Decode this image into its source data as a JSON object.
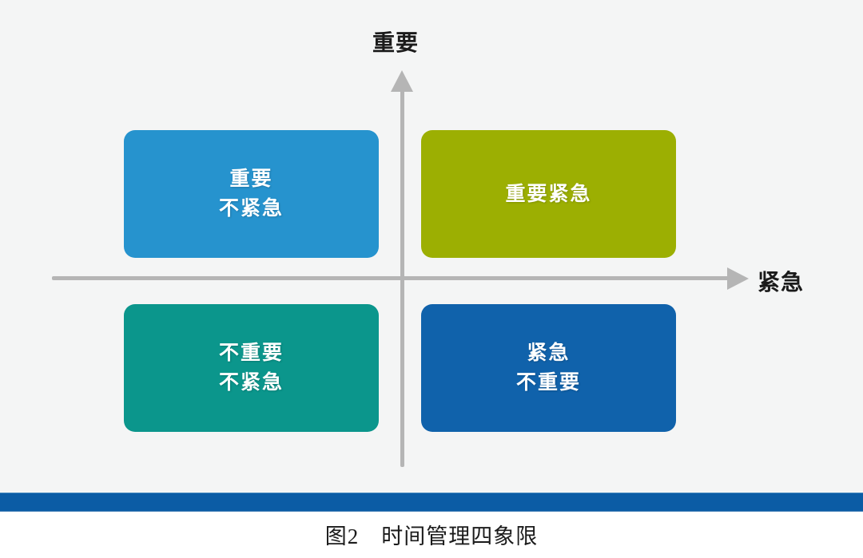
{
  "figure": {
    "caption": "图2　时间管理四象限",
    "background_color": "#f4f5f5",
    "footer_rule_color": "#0b5ca5"
  },
  "axes": {
    "vertical": {
      "label": "重要",
      "arrow": "arrow-up",
      "color": "#b5b5b5"
    },
    "horizontal": {
      "label": "紧急",
      "arrow": "arrow-right",
      "color": "#b5b5b5"
    }
  },
  "quadrants": [
    {
      "id": "important-not-urgent",
      "position": "top-left",
      "line1": "重要",
      "line2": "不紧急",
      "color": "#2693ce"
    },
    {
      "id": "important-urgent",
      "position": "top-right",
      "line1": "重要紧急",
      "line2": "",
      "color": "#9caf02"
    },
    {
      "id": "not-important-not-urgent",
      "position": "bottom-left",
      "line1": "不重要",
      "line2": "不紧急",
      "color": "#0b968c"
    },
    {
      "id": "urgent-not-important",
      "position": "bottom-right",
      "line1": "紧急",
      "line2": "不重要",
      "color": "#1062ab"
    }
  ]
}
